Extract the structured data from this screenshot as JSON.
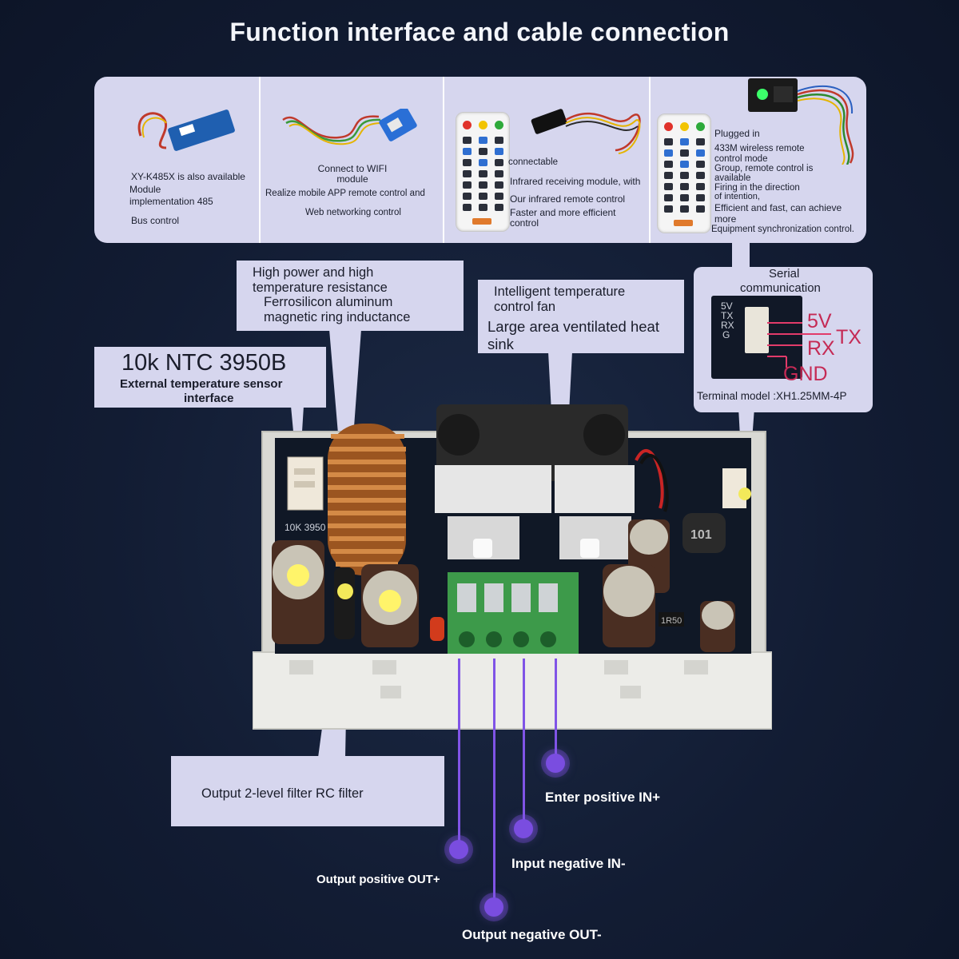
{
  "title": "Function interface and cable connection",
  "panels": {
    "rs485": {
      "line1": "XY-K485X is also available",
      "line2": "Module",
      "line3": "implementation 485",
      "line4": "Bus control"
    },
    "wifi": {
      "line1": "Connect to WIFI",
      "line2": "module",
      "line3": "Realize mobile APP remote control and",
      "line4": "Web networking control"
    },
    "infrared": {
      "line1": "connectable",
      "line2": "Infrared receiving module, with",
      "line3": "Our infrared remote control",
      "line4": "Faster and more efficient",
      "line5": "control"
    },
    "wireless433": {
      "line1": "Plugged in",
      "line2": "433M wireless remote",
      "line3": "control mode",
      "line4": "Group, remote control is",
      "line5": "available",
      "line6": "Firing in the direction",
      "line7": "of intention,",
      "line8": "Efficient and fast, can achieve",
      "line9": "more",
      "line10": "Equipment synchronization control."
    }
  },
  "callouts": {
    "inductor": {
      "line1": "High power and high",
      "line2": "temperature resistance",
      "line3": "Ferrosilicon aluminum",
      "line4": "magnetic ring inductance"
    },
    "fan": {
      "line1": "Intelligent temperature",
      "line2": "control fan",
      "line3": "Large area ventilated heat",
      "line4": "sink"
    },
    "ntc": {
      "model": "10k NTC 3950B",
      "line1": "External temperature sensor",
      "line2": "interface"
    },
    "serial": {
      "title1": "Serial",
      "title2": "communication",
      "pin_5v": "5V",
      "pin_tx": "TX",
      "pin_rx": "RX",
      "pin_gnd": "GND",
      "board_5v": "5V",
      "board_tx": "TX",
      "board_rx": "RX",
      "board_g": "G",
      "terminal": "Terminal model :XH1.25MM-4P"
    },
    "filter": {
      "text": "Output 2-level filter RC filter"
    }
  },
  "device": {
    "ntc_silk": "10K 3950",
    "coil_mark": "101",
    "resistor_mark": "1R50"
  },
  "pins": {
    "in_pos": "Enter positive IN+",
    "in_neg": "Input negative IN-",
    "out_pos": "Output positive OUT+",
    "out_neg": "Output negative OUT-"
  },
  "colors": {
    "background": "#121c33",
    "panel": "#d6d6ee",
    "pin_marker": "#7a4de0",
    "terminal_block": "#3d9a4a",
    "copper": "#b8692a"
  }
}
